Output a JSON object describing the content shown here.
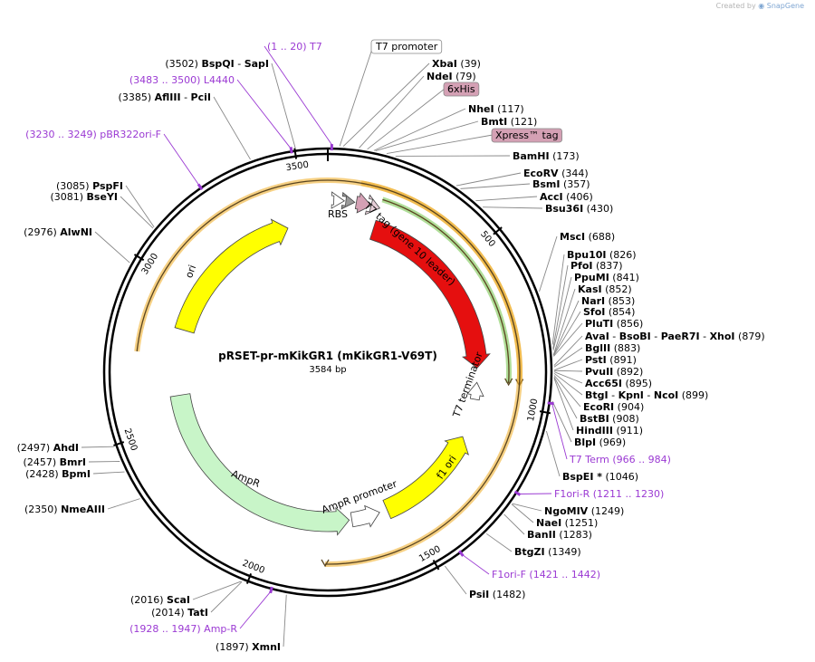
{
  "credit": {
    "created_by": "Created by",
    "brand": "SnapGene"
  },
  "plasmid": {
    "name": "pRSET-pr-mKikGR1 (mKikGR1-V69T)",
    "length_label": "3584 bp",
    "length": 3584
  },
  "colors": {
    "backbone": "#000000",
    "primer": "#9b3ad3",
    "orange": "#f0b030",
    "green": "#7cc855",
    "mKikGR1": "#e50f0f",
    "ori": "#ffff00",
    "f1ori": "#ffff00",
    "AmpR": "#c8f5c8",
    "tag": "#d4a0b4",
    "leader": "#999999"
  },
  "ticks": [
    "500",
    "1000",
    "1500",
    "2000",
    "2500",
    "3000",
    "3500"
  ],
  "features": [
    {
      "name": "RBS",
      "label": "RBS"
    },
    {
      "name": "T7 tag (gene 10 leader)",
      "label": "T7 tag (gene 10 leader)"
    },
    {
      "name": "mKikGR1",
      "label": "mKikGR1"
    },
    {
      "name": "T7 terminator",
      "label": "T7 terminator"
    },
    {
      "name": "f1 ori",
      "label": "f1 ori"
    },
    {
      "name": "AmpR promoter",
      "label": "AmpR promoter"
    },
    {
      "name": "AmpR",
      "label": "AmpR"
    },
    {
      "name": "ori",
      "label": "ori"
    }
  ],
  "labels": [
    {
      "id": "t7",
      "parts": [
        {
          "t": "(1 .. 20)  T7",
          "c": "primer"
        }
      ]
    },
    {
      "id": "t7p",
      "parts": [
        {
          "t": "T7 promoter",
          "c": "box-white"
        }
      ]
    },
    {
      "id": "xba",
      "parts": [
        {
          "t": "XbaI",
          "b": 1
        },
        {
          "t": "  (39)"
        }
      ]
    },
    {
      "id": "nde",
      "parts": [
        {
          "t": "NdeI",
          "b": 1
        },
        {
          "t": "  (79)"
        }
      ]
    },
    {
      "id": "his",
      "parts": [
        {
          "t": "6xHis",
          "c": "box-pink"
        }
      ]
    },
    {
      "id": "nhe",
      "parts": [
        {
          "t": "NheI",
          "b": 1
        },
        {
          "t": "   (117)"
        }
      ]
    },
    {
      "id": "bmt",
      "parts": [
        {
          "t": "BmtI",
          "b": 1
        },
        {
          "t": "   (121)"
        }
      ]
    },
    {
      "id": "xpr",
      "parts": [
        {
          "t": "Xpress™ tag",
          "c": "box-pink"
        }
      ]
    },
    {
      "id": "bam",
      "parts": [
        {
          "t": "BamHI",
          "b": 1
        },
        {
          "t": "   (173)"
        }
      ]
    },
    {
      "id": "ecorv",
      "parts": [
        {
          "t": "EcoRV",
          "b": 1
        },
        {
          "t": "   (344)"
        }
      ]
    },
    {
      "id": "bsm",
      "parts": [
        {
          "t": "BsmI",
          "b": 1
        },
        {
          "t": "   (357)"
        }
      ]
    },
    {
      "id": "acc",
      "parts": [
        {
          "t": "AccI",
          "b": 1
        },
        {
          "t": "   (406)"
        }
      ]
    },
    {
      "id": "bsu",
      "parts": [
        {
          "t": "Bsu36I",
          "b": 1
        },
        {
          "t": "   (430)"
        }
      ]
    },
    {
      "id": "msc",
      "parts": [
        {
          "t": "MscI",
          "b": 1
        },
        {
          "t": "   (688)"
        }
      ]
    },
    {
      "id": "bpu",
      "parts": [
        {
          "t": "Bpu10I",
          "b": 1
        },
        {
          "t": "   (826)"
        }
      ]
    },
    {
      "id": "pfo",
      "parts": [
        {
          "t": "PfoI",
          "b": 1
        },
        {
          "t": "   (837)"
        }
      ]
    },
    {
      "id": "ppu",
      "parts": [
        {
          "t": "PpuMI",
          "b": 1
        },
        {
          "t": "   (841)"
        }
      ]
    },
    {
      "id": "kas",
      "parts": [
        {
          "t": "KasI",
          "b": 1
        },
        {
          "t": "   (852)"
        }
      ]
    },
    {
      "id": "nar",
      "parts": [
        {
          "t": "NarI",
          "b": 1
        },
        {
          "t": "   (853)"
        }
      ]
    },
    {
      "id": "sfo",
      "parts": [
        {
          "t": "SfoI",
          "b": 1
        },
        {
          "t": "   (854)"
        }
      ]
    },
    {
      "id": "plu",
      "parts": [
        {
          "t": "PluTI",
          "b": 1
        },
        {
          "t": "   (856)"
        }
      ]
    },
    {
      "id": "ava",
      "parts": [
        {
          "t": "AvaI",
          "b": 1
        },
        {
          "t": "  - "
        },
        {
          "t": "BsoBI",
          "b": 1
        },
        {
          "t": "  - "
        },
        {
          "t": "PaeR7I",
          "b": 1
        },
        {
          "t": "  - "
        },
        {
          "t": "XhoI",
          "b": 1
        },
        {
          "t": "   (879)"
        }
      ]
    },
    {
      "id": "bgl",
      "parts": [
        {
          "t": "BglII",
          "b": 1
        },
        {
          "t": "   (883)"
        }
      ]
    },
    {
      "id": "pst",
      "parts": [
        {
          "t": "PstI",
          "b": 1
        },
        {
          "t": "   (891)"
        }
      ]
    },
    {
      "id": "pvu",
      "parts": [
        {
          "t": "PvuII",
          "b": 1
        },
        {
          "t": "   (892)"
        }
      ]
    },
    {
      "id": "acc65",
      "parts": [
        {
          "t": "Acc65I",
          "b": 1
        },
        {
          "t": "   (895)"
        }
      ]
    },
    {
      "id": "btg",
      "parts": [
        {
          "t": "BtgI",
          "b": 1
        },
        {
          "t": "  - "
        },
        {
          "t": "KpnI",
          "b": 1
        },
        {
          "t": "  - "
        },
        {
          "t": "NcoI",
          "b": 1
        },
        {
          "t": "   (899)"
        }
      ]
    },
    {
      "id": "ecori",
      "parts": [
        {
          "t": "EcoRI",
          "b": 1
        },
        {
          "t": "   (904)"
        }
      ]
    },
    {
      "id": "bstb",
      "parts": [
        {
          "t": "BstBI",
          "b": 1
        },
        {
          "t": "   (908)"
        }
      ]
    },
    {
      "id": "hind",
      "parts": [
        {
          "t": "HindIII",
          "b": 1
        },
        {
          "t": "   (911)"
        }
      ]
    },
    {
      "id": "blp",
      "parts": [
        {
          "t": "BlpI",
          "b": 1
        },
        {
          "t": "   (969)"
        }
      ]
    },
    {
      "id": "t7t",
      "parts": [
        {
          "t": "T7 Term     (966 .. 984)",
          "c": "primer"
        }
      ]
    },
    {
      "id": "bspe",
      "parts": [
        {
          "t": "BspEI *",
          "b": 1
        },
        {
          "t": "   (1046)"
        }
      ]
    },
    {
      "id": "f1r",
      "parts": [
        {
          "t": "F1ori-R     (1211 .. 1230)",
          "c": "primer"
        }
      ]
    },
    {
      "id": "ngo",
      "parts": [
        {
          "t": "NgoMIV",
          "b": 1
        },
        {
          "t": "   (1249)"
        }
      ]
    },
    {
      "id": "nae",
      "parts": [
        {
          "t": "NaeI",
          "b": 1
        },
        {
          "t": "   (1251)"
        }
      ]
    },
    {
      "id": "ban",
      "parts": [
        {
          "t": "BanII",
          "b": 1
        },
        {
          "t": "   (1283)"
        }
      ]
    },
    {
      "id": "btgz",
      "parts": [
        {
          "t": "BtgZI",
          "b": 1
        },
        {
          "t": "   (1349)"
        }
      ]
    },
    {
      "id": "f1f",
      "parts": [
        {
          "t": "F1ori-F     (1421 .. 1442)",
          "c": "primer"
        }
      ]
    },
    {
      "id": "psi",
      "parts": [
        {
          "t": "PsiI",
          "b": 1
        },
        {
          "t": "   (1482)"
        }
      ]
    },
    {
      "id": "xmn",
      "parts": [
        {
          "t": "(1897)  "
        },
        {
          "t": "XmnI",
          "b": 1
        }
      ]
    },
    {
      "id": "ampr",
      "parts": [
        {
          "t": "(1928 .. 1947)  Amp-R",
          "c": "primer"
        }
      ]
    },
    {
      "id": "tat",
      "parts": [
        {
          "t": "(2014)  "
        },
        {
          "t": "TatI",
          "b": 1
        }
      ]
    },
    {
      "id": "sca",
      "parts": [
        {
          "t": "(2016)  "
        },
        {
          "t": "ScaI",
          "b": 1
        }
      ]
    },
    {
      "id": "nme",
      "parts": [
        {
          "t": "(2350)  "
        },
        {
          "t": "NmeAIII",
          "b": 1
        }
      ]
    },
    {
      "id": "bpm",
      "parts": [
        {
          "t": "(2428)  "
        },
        {
          "t": "BpmI",
          "b": 1
        }
      ]
    },
    {
      "id": "bmr",
      "parts": [
        {
          "t": "(2457)  "
        },
        {
          "t": "BmrI",
          "b": 1
        }
      ]
    },
    {
      "id": "ahd",
      "parts": [
        {
          "t": "(2497)  "
        },
        {
          "t": "AhdI",
          "b": 1
        }
      ]
    },
    {
      "id": "alw",
      "parts": [
        {
          "t": "(2976)  "
        },
        {
          "t": "AlwNI",
          "b": 1
        }
      ]
    },
    {
      "id": "bsey",
      "parts": [
        {
          "t": "(3081)  "
        },
        {
          "t": "BseYI",
          "b": 1
        }
      ]
    },
    {
      "id": "pspf",
      "parts": [
        {
          "t": "(3085)  "
        },
        {
          "t": "PspFI",
          "b": 1
        }
      ]
    },
    {
      "id": "pbr",
      "parts": [
        {
          "t": "(3230 .. 3249)  pBR322ori-F",
          "c": "primer"
        }
      ]
    },
    {
      "id": "afl",
      "parts": [
        {
          "t": "(3385)  "
        },
        {
          "t": "AflIII",
          "b": 1
        },
        {
          "t": "  - "
        },
        {
          "t": "PciI",
          "b": 1
        }
      ]
    },
    {
      "id": "l4440",
      "parts": [
        {
          "t": "(3483 .. 3500)  L4440",
          "c": "primer"
        }
      ]
    },
    {
      "id": "bspq",
      "parts": [
        {
          "t": "(3502)  "
        },
        {
          "t": "BspQI",
          "b": 1
        },
        {
          "t": "  - "
        },
        {
          "t": "SapI",
          "b": 1
        }
      ]
    }
  ]
}
